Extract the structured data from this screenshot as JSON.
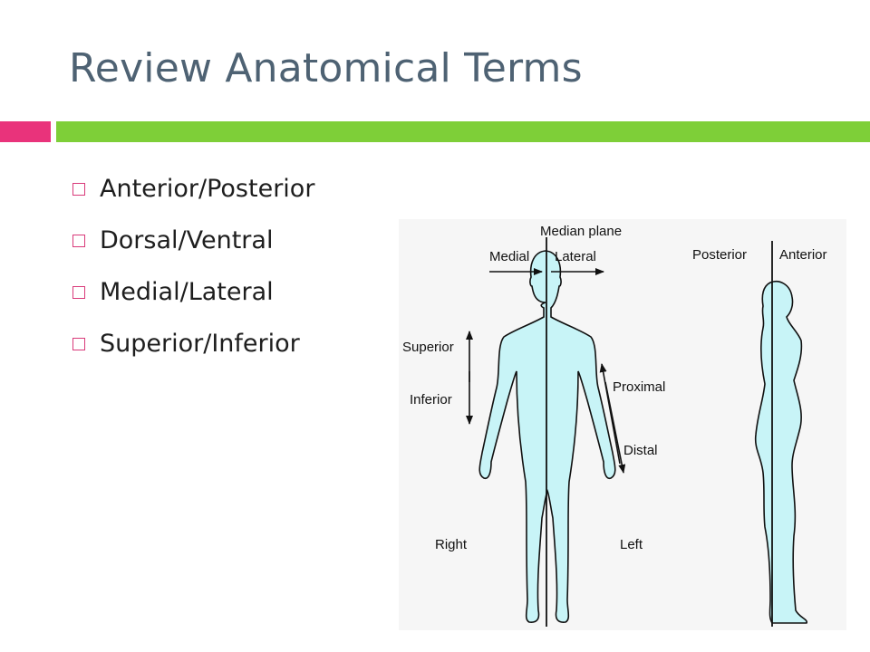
{
  "slide": {
    "title": "Review Anatomical Terms",
    "bullets": [
      "Anterior/Posterior",
      "Dorsal/Ventral",
      "Medial/Lateral",
      "Superior/Inferior"
    ]
  },
  "diagram": {
    "labels": {
      "median_plane": "Median plane",
      "medial": "Medial",
      "lateral": "Lateral",
      "posterior": "Posterior",
      "anterior": "Anterior",
      "superior": "Superior",
      "inferior": "Inferior",
      "proximal": "Proximal",
      "distal": "Distal",
      "right": "Right",
      "left": "Left"
    }
  },
  "colors": {
    "title": "#4e6273",
    "accent_pink": "#e9337b",
    "accent_green": "#7ecf38",
    "body_fill": "#c8f4f7"
  }
}
